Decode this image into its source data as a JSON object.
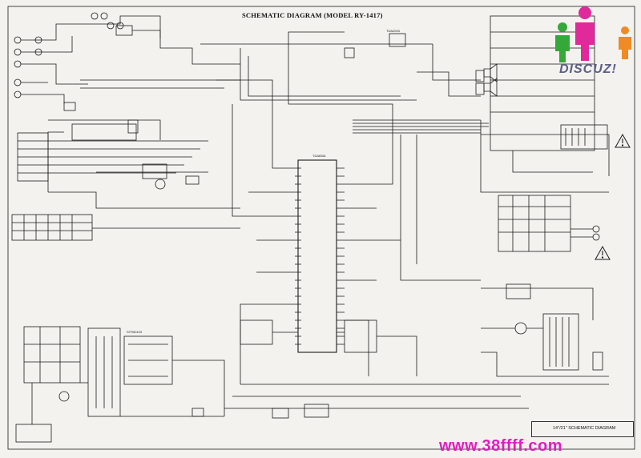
{
  "diagram": {
    "title": "SCHEMATIC DIAGRAM (MODEL RY-1417)",
    "titleblock_text": "14\"/21\" SCHEMATIC DIAGRAM",
    "watermark_url": "www.38ffff.com",
    "logo_text": "DISCUZ!",
    "ic_labels": [
      "TDA8361",
      "TDA2003",
      "STR50103"
    ],
    "colors": {
      "paper": "#f3f2ef",
      "ink": "#1a1a1a",
      "watermark": "#e21bc2",
      "logo_figure_1": "#e0299a",
      "logo_figure_2": "#35a83a",
      "logo_figure_3": "#f08a24",
      "logo_text": "#5c5f86"
    },
    "icons": [
      "warning-triangle-icon",
      "logo-figures-icon"
    ]
  }
}
